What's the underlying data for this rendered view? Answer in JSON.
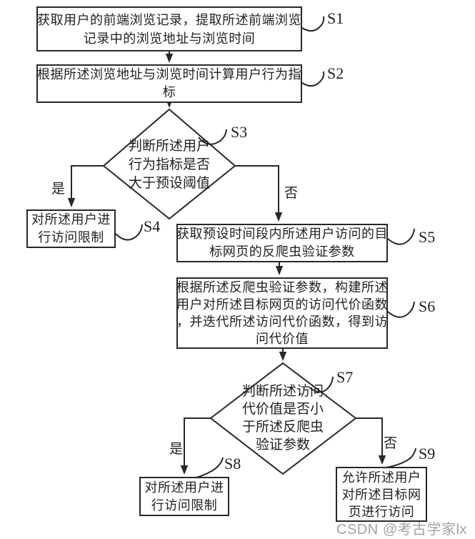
{
  "diagram": {
    "nodes": {
      "s1": {
        "label": "S1",
        "lines": [
          "获取用户的前端浏览记录，提取所述前端浏览",
          "记录中的浏览地址与浏览时间"
        ]
      },
      "s2": {
        "label": "S2",
        "lines": [
          "根据所述浏览地址与浏览时间计算用户行为指",
          "标"
        ]
      },
      "s3": {
        "label": "S3",
        "lines": [
          "判断所述用户",
          "行为指标是否",
          "大于预设阈值"
        ]
      },
      "s4": {
        "label": "S4",
        "lines": [
          "对所述用户进",
          "行访问限制"
        ]
      },
      "s5": {
        "label": "S5",
        "lines": [
          "获取预设时间段内所述用户访问的目",
          "标网页的反爬虫验证参数"
        ]
      },
      "s6": {
        "label": "S6",
        "lines": [
          "根据所述反爬虫验证参数，构建所述",
          "用户对所述目标网页的访问代价函数",
          "，并迭代所述访问代价函数，得到访",
          "问代价值"
        ]
      },
      "s7": {
        "label": "S7",
        "lines": [
          "判断所述访问",
          "代价值是否小",
          "于所述反爬虫",
          "验证参数"
        ]
      },
      "s8": {
        "label": "S8",
        "lines": [
          "对所述用户进",
          "行访问限制"
        ]
      },
      "s9": {
        "label": "S9",
        "lines": [
          "允许所述用户",
          "对所述目标网",
          "页进行访问"
        ]
      }
    },
    "branches": {
      "s3_yes": "是",
      "s3_no": "否",
      "s7_yes": "是",
      "s7_no": "否"
    },
    "watermark": "CSDN @考古学家lx"
  },
  "colors": {
    "line": "#282828",
    "text": "#1f1f1f",
    "watermark": "#a3a3a3",
    "background": "#ffffff"
  }
}
